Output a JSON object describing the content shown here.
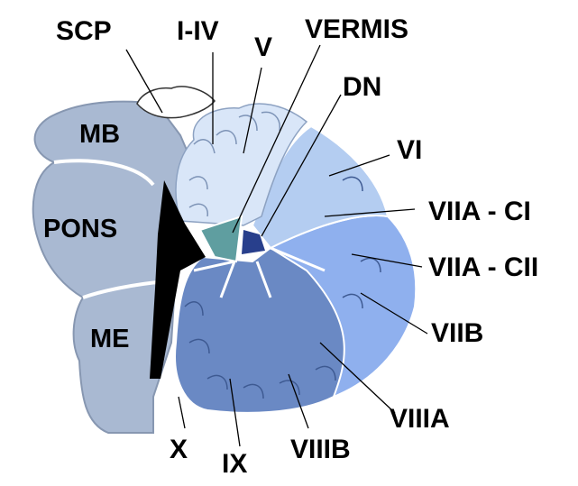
{
  "labels": {
    "scp": "SCP",
    "i_iv": "I-IV",
    "v": "V",
    "vermis": "VERMIS",
    "dn": "DN",
    "vi": "VI",
    "viia_ci": "VIIA - CI",
    "viia_cii": "VIIA - CII",
    "viib": "VIIB",
    "viiia": "VIIIA",
    "viiib": "VIIIB",
    "ix": "IX",
    "x": "X",
    "mb": "MB",
    "pons": "PONS",
    "me": "ME"
  },
  "colors": {
    "brainstem": "#a9b9d2",
    "anterior_lobe": "#d9e6f8",
    "lobule_vi": "#b4cdf1",
    "lobule_vii": "#8fb0ee",
    "posterior_inferior": "#6a89c4",
    "vermis": "#5f9ea0",
    "dentate_nucleus": "#283f8c",
    "ventricle": "#000000"
  }
}
